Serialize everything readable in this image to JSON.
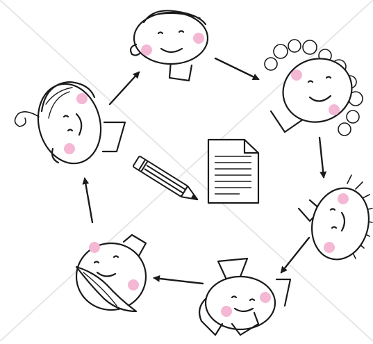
{
  "scene": {
    "background": "#ffffff",
    "ink": "#1a1a1a",
    "cheek": "#f4b8d4",
    "watermark": "#e6e6e6"
  },
  "center": {
    "document_icon": "document-icon",
    "pencil_icon": "pencil-icon"
  },
  "cycle": {
    "children": [
      {
        "id": "child-top",
        "hair": "cap"
      },
      {
        "id": "child-top-right",
        "hair": "curly"
      },
      {
        "id": "child-right",
        "hair": "spiky"
      },
      {
        "id": "child-bottom",
        "hair": "tuft"
      },
      {
        "id": "child-bottom-left",
        "hair": "bob"
      },
      {
        "id": "child-left",
        "hair": "swirl"
      }
    ],
    "arrow_count": 6,
    "direction": "clockwise"
  }
}
